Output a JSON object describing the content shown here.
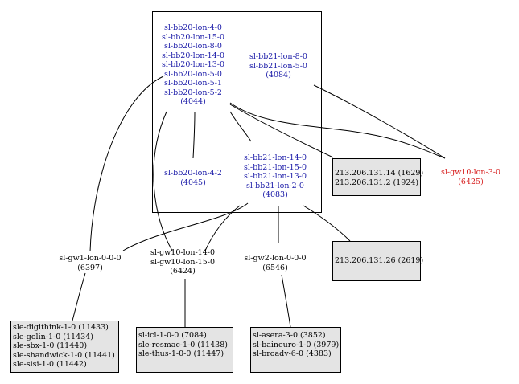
{
  "nodes": {
    "bb20_group": {
      "lines": [
        "sl-bb20-lon-4-0",
        "sl-bb20-lon-15-0",
        "sl-bb20-lon-8-0",
        "sl-bb20-lon-14-0",
        "sl-bb20-lon-13-0",
        "sl-bb20-lon-5-0",
        "sl-bb20-lon-5-1",
        "sl-bb20-lon-5-2"
      ],
      "id": "(4044)",
      "color": "#1a1aa8"
    },
    "bb21_group_a": {
      "lines": [
        "sl-bb21-lon-8-0",
        "sl-bb21-lon-5-0"
      ],
      "id": "(4084)",
      "color": "#1a1aa8"
    },
    "bb20_4_2": {
      "lines": [
        "sl-bb20-lon-4-2"
      ],
      "id": "(4045)",
      "color": "#1a1aa8"
    },
    "bb21_group_b": {
      "lines": [
        "sl-bb21-lon-14-0",
        "sl-bb21-lon-15-0",
        "sl-bb21-lon-13-0",
        "sl-bb21-lon-2-0"
      ],
      "id": "(4083)",
      "color": "#1a1aa8"
    },
    "gw10_3": {
      "lines": [
        "sl-gw10-lon-3-0"
      ],
      "id": "(6425)",
      "color": "#d61a1a"
    },
    "gw1": {
      "lines": [
        "sl-gw1-lon-0-0-0"
      ],
      "id": "(6397)"
    },
    "gw10_14": {
      "lines": [
        "sl-gw10-lon-14-0",
        "sl-gw10-lon-15-0"
      ],
      "id": "(6424)"
    },
    "gw2": {
      "lines": [
        "sl-gw2-lon-0-0-0"
      ],
      "id": "(6546)"
    }
  },
  "boxes": {
    "ip_a": [
      "213.206.131.14 (1629)",
      "213.206.131.2 (1924)"
    ],
    "ip_b": [
      "213.206.131.26 (2619)"
    ],
    "customers_gw1": [
      "sle-digithink-1-0 (11433)",
      "sle-golin-1-0 (11434)",
      "sle-sbx-1-0 (11440)",
      "sle-shandwick-1-0 (11441)",
      "sle-sisi-1-0 (11442)"
    ],
    "customers_gw10": [
      "sl-icl-1-0-0 (7084)",
      "sle-resmac-1-0 (11438)",
      "sle-thus-1-0-0 (11447)"
    ],
    "customers_gw2": [
      "sl-asera-3-0 (3852)",
      "sl-baineuro-1-0 (3979)",
      "sl-broadv-6-0 (4383)"
    ]
  }
}
